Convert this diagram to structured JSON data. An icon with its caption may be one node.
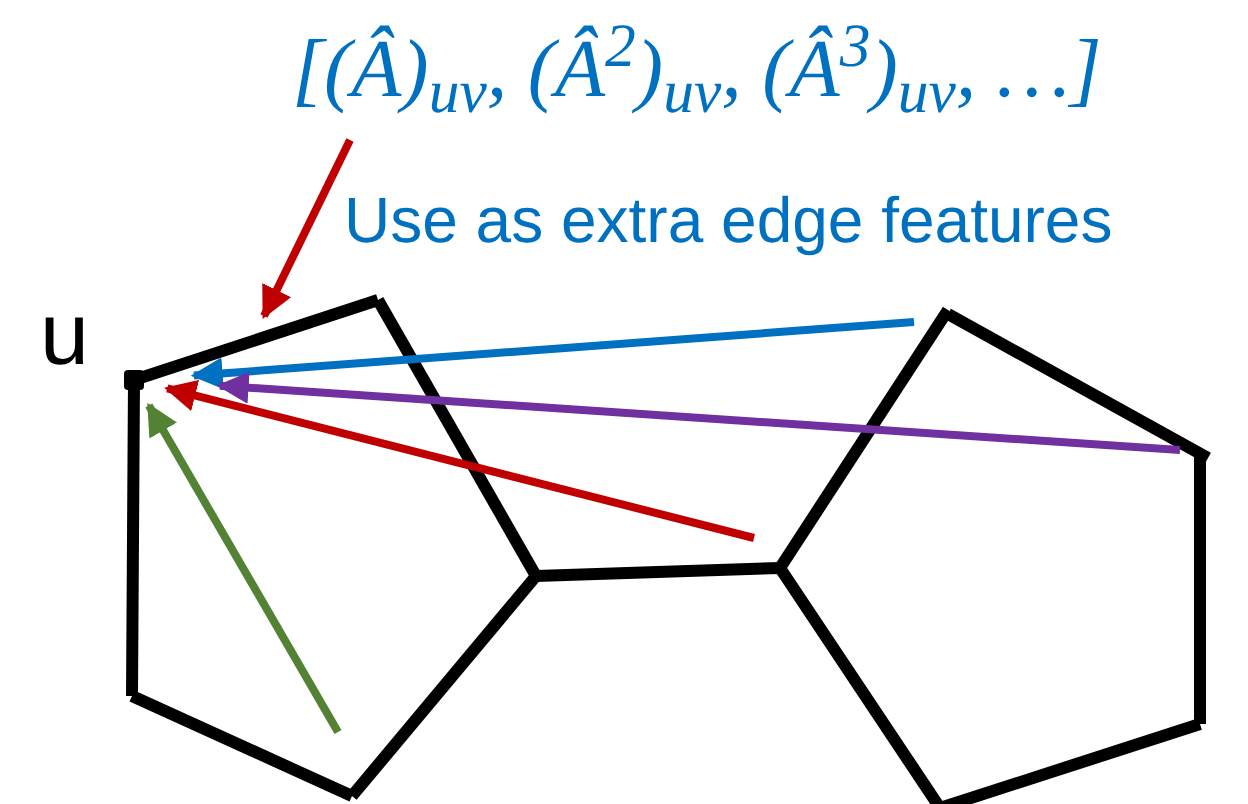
{
  "diagram": {
    "nodes": [
      {
        "text": [
          "[(Â)$_{uv}$, (Â$^{2}$)$_{uv}$, (Â$^{3}$)$_{uv}$, …]"
        ]
      },
      {
        "text": [],
        "shape": "point",
        "beside": [
          "u"
        ]
      }
    ],
    "edges": [
      {
        "from": 0,
        "to": null,
        "arrow": "to",
        "color": "#c00000"
      },
      {
        "from": null,
        "to": 1,
        "arrow": "to",
        "color": "#0070c0"
      },
      {
        "from": null,
        "to": 1,
        "arrow": "to",
        "color": "#7030a0"
      },
      {
        "from": null,
        "to": 1,
        "arrow": "to",
        "color": "#c00000"
      },
      {
        "from": null,
        "to": 1,
        "arrow": "to",
        "color": "#548235"
      }
    ],
    "labels": [
      "Use as extra edge features"
    ]
  }
}
